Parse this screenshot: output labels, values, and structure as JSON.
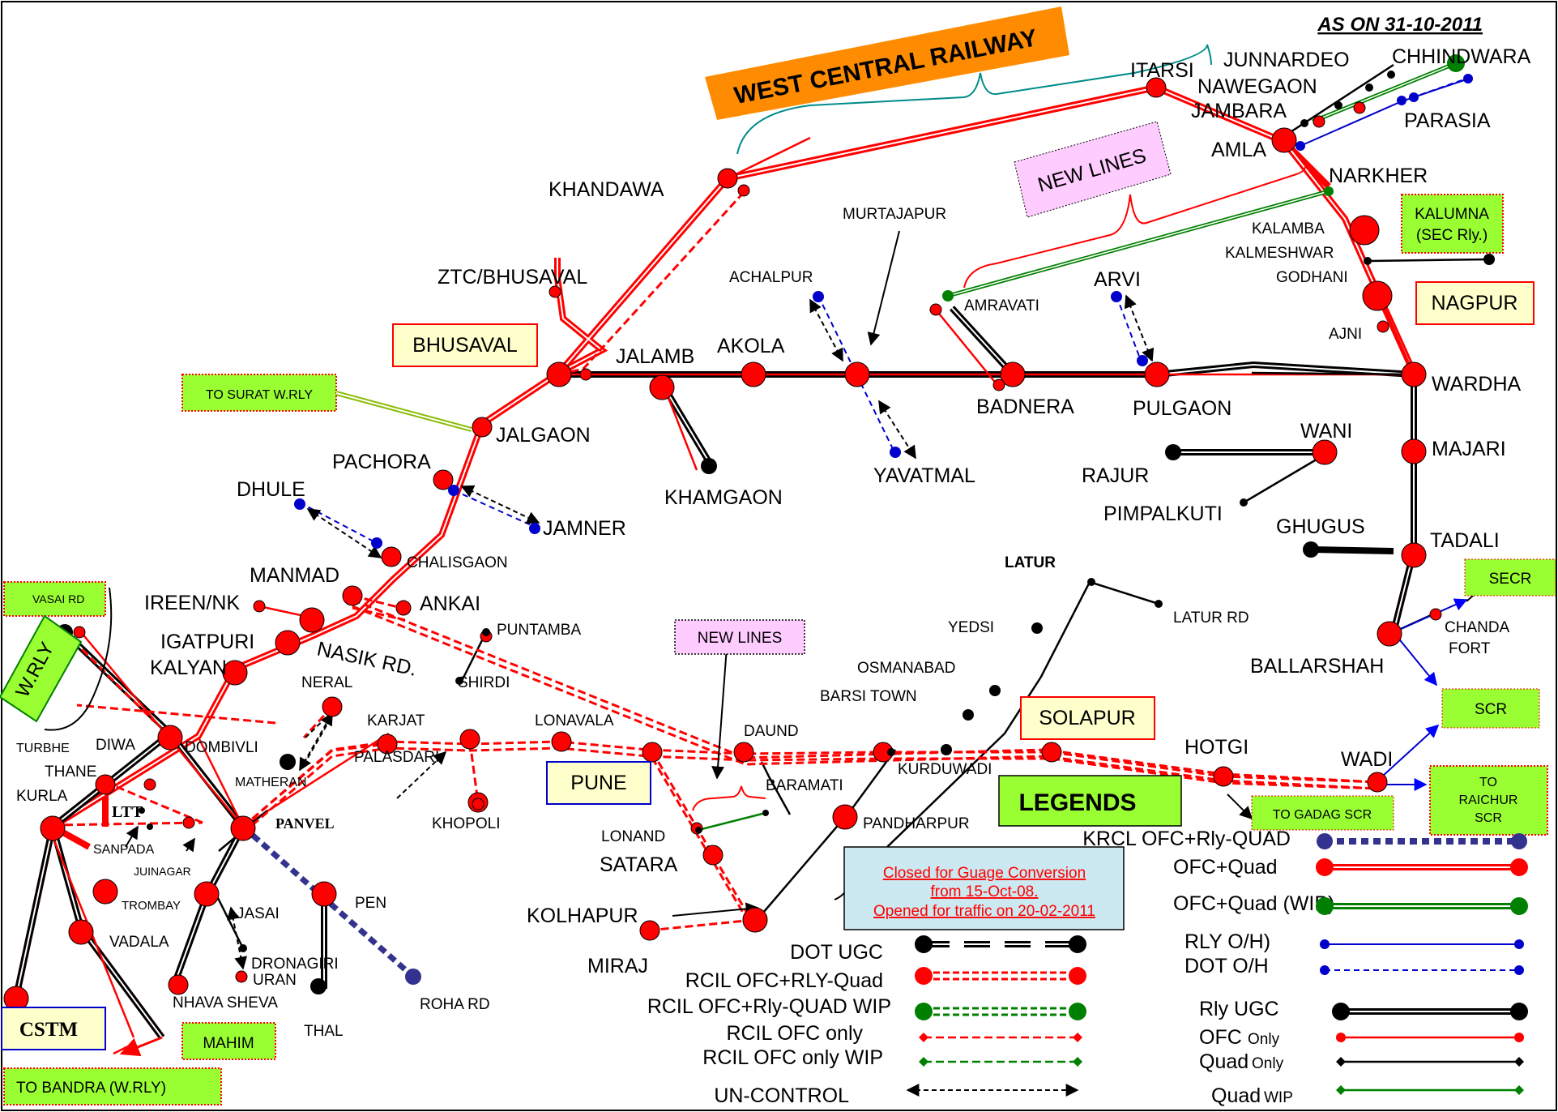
{
  "date": "AS ON  31-10-2011",
  "region_label": "WEST CENTRAL RAILWAY",
  "notes": {
    "new_lines_1": "NEW LINES",
    "new_lines_2": "NEW LINES",
    "closed_line1": "Closed for Guage Conversion",
    "closed_line2": "from 15-Oct-08.",
    "closed_line3": "Opened for traffic on 20-02-2011",
    "legends_title": "LEGENDS"
  },
  "boxes": {
    "bhusaval": "BHUSAVAL",
    "solapur": "SOLAPUR",
    "pune": "PUNE",
    "nagpur": "NAGPUR",
    "cstm": "CSTM",
    "kalumna_1": "KALUMNA",
    "kalumna_2": "(SEC Rly.)",
    "to_surat": "TO SURAT W.RLY",
    "vasai": "VASAI RD",
    "wrly": "W.RLY",
    "mahim": "MAHIM",
    "to_bandra": "TO BANDRA  (W.RLY)",
    "secr": "SECR",
    "scr": "SCR",
    "to_gadag": "TO GADAG SCR",
    "raichur_1": "TO",
    "raichur_2": "RAICHUR",
    "raichur_3": "SCR"
  },
  "stations": {
    "itarsi": "ITARSI",
    "junnardeo": "JUNNARDEO",
    "chhindwara": "CHHINDWARA",
    "nawegaon": "NAWEGAON",
    "jambara": "JAMBARA",
    "parasia": "PARASIA",
    "amla": "AMLA",
    "narkher": "NARKHER",
    "kalamba": "KALAMBA",
    "kalmeshwar": "KALMESHWAR",
    "godhani": "GODHANI",
    "ajni": "AJNI",
    "khandawa": "KHANDAWA",
    "murtajapur": "MURTAJAPUR",
    "ztc": "ZTC/BHUSAVAL",
    "achalpur": "ACHALPUR",
    "arvi": "ARVI",
    "amravati": "AMRAVATI",
    "jalamb": "JALAMB",
    "akola": "AKOLA",
    "badnera": "BADNERA",
    "pulgaon": "PULGAON",
    "wardha": "WARDHA",
    "jalgaon": "JALGAON",
    "pachora": "PACHORA",
    "khamgaon": "KHAMGAON",
    "yavatmal": "YAVATMAL",
    "wani": "WANI",
    "majari": "MAJARI",
    "rajur": "RAJUR",
    "pimpalkuti": "PIMPALKUTI",
    "dhule": "DHULE",
    "jamner": "JAMNER",
    "ghugus": "GHUGUS",
    "tadali": "TADALI",
    "chalisgaon": "CHALISGAON",
    "latur": "LATUR",
    "manmad": "MANMAD",
    "ankai": "ANKAI",
    "ireen": "IREEN/NK",
    "puntamba": "PUNTAMBA",
    "latur_rd": "LATUR RD",
    "chanda_1": "CHANDA",
    "chanda_2": "FORT",
    "yedsi": "YEDSI",
    "igatpuri": "IGATPURI",
    "nasik": "NASIK RD.",
    "shirdi": "SHIRDI",
    "osmanabad": "OSMANABAD",
    "ballarshah": "BALLARSHAH",
    "kalyan": "KALYAN",
    "neral": "NERAL",
    "barsi": "BARSI TOWN",
    "karjat": "KARJAT",
    "lonavala": "LONAVALA",
    "daund": "DAUND",
    "hotgi": "HOTGI",
    "wadi": "WADI",
    "turbhe": "TURBHE",
    "diwa": "DIWA",
    "dombivli": "DOMBIVLI",
    "thane": "THANE",
    "matheran": "MATHERAN",
    "palasdari": "PALASDARI",
    "kurduwadi": "KURDUWADI",
    "kurla": "KURLA",
    "ltt": "LTT",
    "baramati": "BARAMATI",
    "panvel": "PANVEL",
    "khopoli": "KHOPOLI",
    "pandharpur": "PANDHARPUR",
    "sanpada": "SANPADA",
    "lonand": "LONAND",
    "juinagar": "JUINAGAR",
    "satara": "SATARA",
    "trombay": "TROMBAY",
    "jasai": "JASAI",
    "pen": "PEN",
    "kolhapur": "KOLHAPUR",
    "vadala": "VADALA",
    "dronagiri": "DRONAGIRI",
    "uran": "URAN",
    "miraj": "MIRAJ",
    "nhava": "NHAVA SHEVA",
    "roha": "ROHA RD",
    "thal": "THAL"
  },
  "legend": {
    "krcl": "KRCL OFC+Rly-QUAD",
    "ofc_quad": "OFC+Quad",
    "ofc_quad_wip": "OFC+Quad (WIP)",
    "rly_oh": "RLY O/H)",
    "dot_oh": "DOT O/H",
    "dot_ugc": "DOT UGC",
    "rcil_ofc_quad": "RCIL OFC+RLY-Quad",
    "rcil_ofc_quad_wip": "RCIL OFC+Rly-QUAD WIP",
    "rcil_ofc": "RCIL OFC only",
    "rcil_ofc_wip": "RCIL OFC only WIP",
    "uncontrol": "UN-CONTROL",
    "rly_ugc": "Rly UGC",
    "ofc_only_1": "OFC",
    "ofc_only_2": "Only",
    "quad_only_1": "Quad",
    "quad_only_2": "Only",
    "quad_wip_1": "Quad",
    "quad_wip_2": "WIP"
  },
  "colors": {
    "red": "#ff0000",
    "black": "#000000",
    "green": "#007a00",
    "blue": "#0000cc",
    "navy": "#33338f",
    "orange": "#ff8c00",
    "lime": "#99ff33",
    "pink": "#ffccff",
    "cream": "#ffffcc",
    "lightblue": "#cce8f0",
    "teal": "#008b8b",
    "olive": "#88bb00"
  }
}
